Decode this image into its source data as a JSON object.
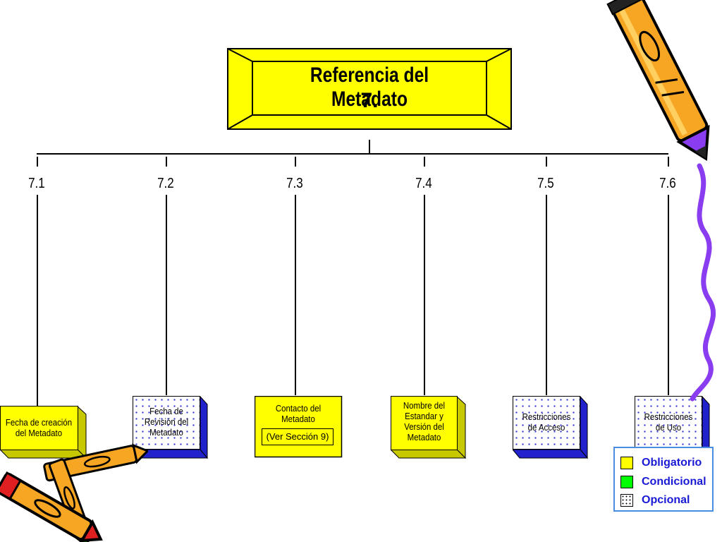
{
  "title": {
    "line1": "Referencia del Metadato",
    "line2": "7."
  },
  "nodes": [
    {
      "number": "7.1",
      "lines": [
        "Fecha de creación",
        "del Metadato"
      ],
      "status": "obligatorio"
    },
    {
      "number": "7.2",
      "lines": [
        "Fecha de",
        "Revisión del",
        "Metadato"
      ],
      "status": "opcional"
    },
    {
      "number": "7.3",
      "lines": [
        "Contacto del",
        "Metadato"
      ],
      "note": "(Ver Sección 9)",
      "status": "obligatorio"
    },
    {
      "number": "7.4",
      "lines": [
        "Nombre del",
        "Estandar y",
        "Versión del",
        "Metadato"
      ],
      "status": "obligatorio"
    },
    {
      "number": "7.5",
      "lines": [
        "Restricciones",
        "de Acceso"
      ],
      "status": "opcional"
    },
    {
      "number": "7.6",
      "lines": [
        "Restricciones",
        "de Uso"
      ],
      "status": "opcional"
    }
  ],
  "legend": [
    {
      "label": "Obligatorio",
      "color": "#ffff00"
    },
    {
      "label": "Condicional",
      "color": "#00ff00"
    },
    {
      "label": "Opcional",
      "color": "dotted"
    }
  ],
  "colors": {
    "mandatory": "#ffff00",
    "mandatory_edge": "#c8c800",
    "optional_edge": "#2222cc",
    "legend_text": "#1a1ad6"
  },
  "icons": [
    "pencil-icon",
    "crayon-icon"
  ]
}
